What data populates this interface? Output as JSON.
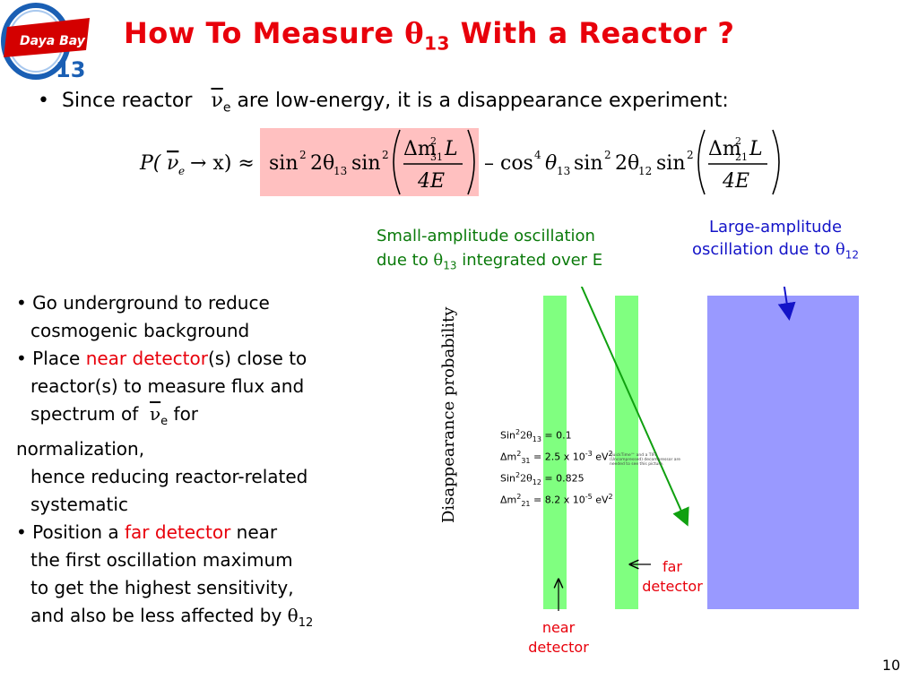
{
  "logo": {
    "text": "Daya Bay",
    "subscript": "13"
  },
  "title": {
    "before": "How To Measure ",
    "theta": "θ",
    "sub": "13",
    "after": " With a Reactor ?"
  },
  "bullet1": {
    "marker": "•",
    "text_a": "Since reactor ",
    "nu": "ν",
    "nu_sub": "e",
    "text_b": " are low-energy, it is a disappearance experiment:"
  },
  "formula": {
    "lhs": "P(",
    "nu": "ν",
    "nu_sub": "e",
    "arrow_x": "→ x) ≈",
    "term1": "sin",
    "exp2": "2",
    "two_theta": "2θ",
    "sub13": "13",
    "sin": "sin",
    "dm": "Δm",
    "dm_sub31": "31",
    "dm_sub21": "21",
    "L": "L",
    "four_E": "4E",
    "minus_cos": "– cos",
    "exp4": "4",
    "theta": "θ",
    "sub12": "12"
  },
  "annotations": {
    "small": {
      "line1": "Small-amplitude oscillation",
      "line2_a": "due to ",
      "theta": "θ",
      "sub": "13",
      "line2_b": " integrated over E"
    },
    "large": {
      "line1": "Large-amplitude",
      "line2_a": "oscillation due to ",
      "theta": "θ",
      "sub": "12"
    }
  },
  "left_list": {
    "b1_l1": "• Go underground to reduce",
    "b1_l2": "cosmogenic background",
    "b2_a": "• Place ",
    "b2_red": "near detector",
    "b2_b": "(s) close to",
    "b2_l2": "reactor(s) to measure flux and",
    "b2_l3_a": "spectrum of ",
    "nu": "ν",
    "nu_sub": "e",
    "b2_l3_b": " for",
    "b2_l4": "normalization,",
    "b2_l5": "hence reducing reactor-related",
    "b2_l6": "systematic",
    "b3_a": "• Position a ",
    "b3_red": "far detector",
    "b3_b": " near",
    "b3_l2": "the first oscillation maximum",
    "b3_l3": "to get the highest sensitivity,",
    "b3_l4_a": "and also be less affected by ",
    "theta": "θ",
    "sub12": "12"
  },
  "plot": {
    "ylabel": "Disappearance probability",
    "colors": {
      "green": "#80ff80",
      "blue": "#9999ff",
      "arrow_green": "#10a010",
      "arrow_blue": "#1414c8"
    }
  },
  "params": {
    "p1_a": "Sin",
    "p1_sup": "2",
    "p1_b": "2θ",
    "p1_sub": "13",
    "p1_c": " = 0.1",
    "p2_a": "Δm",
    "p2_sup": "2",
    "p2_sub": "31",
    "p2_b": " = 2.5 x 10",
    "p2_exp": "-3",
    "p2_c": " eV",
    "p2_sup2": "2",
    "p3_a": "Sin",
    "p3_sup": "2",
    "p3_b": "2θ",
    "p3_sub": "12",
    "p3_c": " = 0.825",
    "p4_a": "Δm",
    "p4_sup": "2",
    "p4_sub": "21",
    "p4_b": " = 8.2 x 10",
    "p4_exp": "-5",
    "p4_c": " eV",
    "p4_sup2": "2"
  },
  "tiny_note": "QuickTime™ and a TIFF (Uncompressed) decompressor are needed to see this picture.",
  "labels": {
    "far_l1": "far",
    "far_l2": "detector",
    "near_l1": "near",
    "near_l2": "detector"
  },
  "page_number": "10"
}
